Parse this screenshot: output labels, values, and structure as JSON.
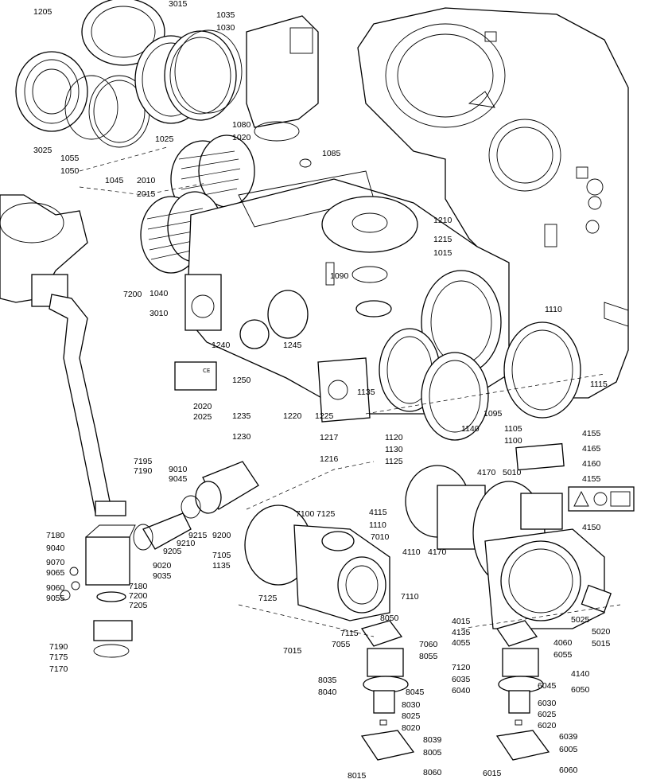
{
  "labels": [
    {
      "id": "1205",
      "text": "1205"
    },
    {
      "id": "3015",
      "text": "3015"
    },
    {
      "id": "1035",
      "text": "1035"
    },
    {
      "id": "1030",
      "text": "1030"
    },
    {
      "id": "3025",
      "text": "3025"
    },
    {
      "id": "1055",
      "text": "1055"
    },
    {
      "id": "1050",
      "text": "1050"
    },
    {
      "id": "1045",
      "text": "1045"
    },
    {
      "id": "1025",
      "text": "1025"
    },
    {
      "id": "1080",
      "text": "1080"
    },
    {
      "id": "1020",
      "text": "1020"
    },
    {
      "id": "1085",
      "text": "1085"
    },
    {
      "id": "2010",
      "text": "2010"
    },
    {
      "id": "2015",
      "text": "2015"
    },
    {
      "id": "1210",
      "text": "1210"
    },
    {
      "id": "1215",
      "text": "1215"
    },
    {
      "id": "1015",
      "text": "1015"
    },
    {
      "id": "1090",
      "text": "1090"
    },
    {
      "id": "7200a",
      "text": "7200"
    },
    {
      "id": "1040",
      "text": "1040"
    },
    {
      "id": "3010",
      "text": "3010"
    },
    {
      "id": "1110a",
      "text": "1110"
    },
    {
      "id": "1240",
      "text": "1240"
    },
    {
      "id": "1245",
      "text": "1245"
    },
    {
      "id": "1250",
      "text": "1250"
    },
    {
      "id": "1135a",
      "text": "1135"
    },
    {
      "id": "1115",
      "text": "1115"
    },
    {
      "id": "2020",
      "text": "2020"
    },
    {
      "id": "2025",
      "text": "2025"
    },
    {
      "id": "1235",
      "text": "1235"
    },
    {
      "id": "1220",
      "text": "1220"
    },
    {
      "id": "1225",
      "text": "1225"
    },
    {
      "id": "1095",
      "text": "1095"
    },
    {
      "id": "1105",
      "text": "1105"
    },
    {
      "id": "1230",
      "text": "1230"
    },
    {
      "id": "1217",
      "text": "1217"
    },
    {
      "id": "1120",
      "text": "1120"
    },
    {
      "id": "1140",
      "text": "1140"
    },
    {
      "id": "1100",
      "text": "1100"
    },
    {
      "id": "4155a",
      "text": "4155"
    },
    {
      "id": "1130",
      "text": "1130"
    },
    {
      "id": "4165",
      "text": "4165"
    },
    {
      "id": "1216",
      "text": "1216"
    },
    {
      "id": "1125",
      "text": "1125"
    },
    {
      "id": "4160",
      "text": "4160"
    },
    {
      "id": "7195",
      "text": "7195"
    },
    {
      "id": "7190a",
      "text": "7190"
    },
    {
      "id": "9010",
      "text": "9010"
    },
    {
      "id": "9045",
      "text": "9045"
    },
    {
      "id": "4170a",
      "text": "4170"
    },
    {
      "id": "5010",
      "text": "5010"
    },
    {
      "id": "4155b",
      "text": "4155"
    },
    {
      "id": "4115",
      "text": "4115"
    },
    {
      "id": "7100",
      "text": "7100"
    },
    {
      "id": "7125a",
      "text": "7125"
    },
    {
      "id": "1110b",
      "text": "1110"
    },
    {
      "id": "4150",
      "text": "4150"
    },
    {
      "id": "9215",
      "text": "9215"
    },
    {
      "id": "7180a",
      "text": "7180"
    },
    {
      "id": "9210",
      "text": "9210"
    },
    {
      "id": "9200",
      "text": "9200"
    },
    {
      "id": "7010",
      "text": "7010"
    },
    {
      "id": "9040",
      "text": "9040"
    },
    {
      "id": "9205",
      "text": "9205"
    },
    {
      "id": "7105",
      "text": "7105"
    },
    {
      "id": "9070",
      "text": "9070"
    },
    {
      "id": "9020",
      "text": "9020"
    },
    {
      "id": "1135b",
      "text": "1135"
    },
    {
      "id": "4110",
      "text": "4110"
    },
    {
      "id": "4170b",
      "text": "4170"
    },
    {
      "id": "9065",
      "text": "9065"
    },
    {
      "id": "9035",
      "text": "9035"
    },
    {
      "id": "9060",
      "text": "9060"
    },
    {
      "id": "7180b",
      "text": "7180"
    },
    {
      "id": "7125b",
      "text": "7125"
    },
    {
      "id": "7110",
      "text": "7110"
    },
    {
      "id": "9055",
      "text": "9055"
    },
    {
      "id": "7200b",
      "text": "7200"
    },
    {
      "id": "7205",
      "text": "7205"
    },
    {
      "id": "5025",
      "text": "5025"
    },
    {
      "id": "4015",
      "text": "4015"
    },
    {
      "id": "4135",
      "text": "4135"
    },
    {
      "id": "5020",
      "text": "5020"
    },
    {
      "id": "8050",
      "text": "8050"
    },
    {
      "id": "7115",
      "text": "7115"
    },
    {
      "id": "4055",
      "text": "4055"
    },
    {
      "id": "5015",
      "text": "5015"
    },
    {
      "id": "4060",
      "text": "4060"
    },
    {
      "id": "7055",
      "text": "7055"
    },
    {
      "id": "7060",
      "text": "7060"
    },
    {
      "id": "7190b",
      "text": "7190"
    },
    {
      "id": "7015",
      "text": "7015"
    },
    {
      "id": "8055",
      "text": "8055"
    },
    {
      "id": "6055",
      "text": "6055"
    },
    {
      "id": "7175",
      "text": "7175"
    },
    {
      "id": "7170",
      "text": "7170"
    },
    {
      "id": "7120",
      "text": "7120"
    },
    {
      "id": "4140",
      "text": "4140"
    },
    {
      "id": "8035",
      "text": "8035"
    },
    {
      "id": "6035",
      "text": "6035"
    },
    {
      "id": "6045",
      "text": "6045"
    },
    {
      "id": "6050",
      "text": "6050"
    },
    {
      "id": "8040",
      "text": "8040"
    },
    {
      "id": "6040",
      "text": "6040"
    },
    {
      "id": "8045",
      "text": "8045"
    },
    {
      "id": "8030",
      "text": "8030"
    },
    {
      "id": "6030",
      "text": "6030"
    },
    {
      "id": "8025",
      "text": "8025"
    },
    {
      "id": "6025",
      "text": "6025"
    },
    {
      "id": "8020",
      "text": "8020"
    },
    {
      "id": "6020",
      "text": "6020"
    },
    {
      "id": "8039",
      "text": "8039"
    },
    {
      "id": "6039",
      "text": "6039"
    },
    {
      "id": "8005",
      "text": "8005"
    },
    {
      "id": "6005",
      "text": "6005"
    },
    {
      "id": "8015",
      "text": "8015"
    },
    {
      "id": "8060",
      "text": "8060"
    },
    {
      "id": "6015",
      "text": "6015"
    },
    {
      "id": "6060",
      "text": "6060"
    }
  ],
  "decal": {
    "text": "CE"
  }
}
